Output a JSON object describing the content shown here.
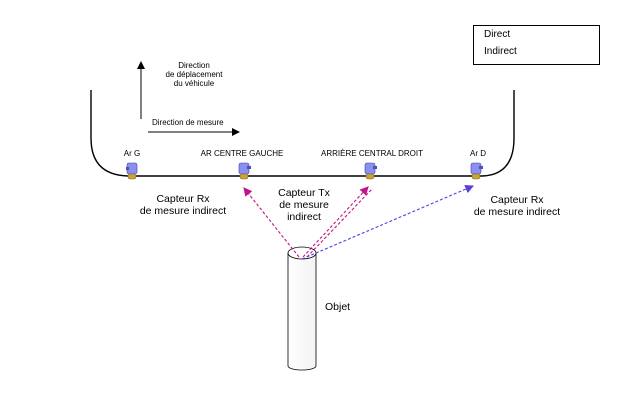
{
  "legend": {
    "direct_label": "Direct",
    "indirect_label": "Indirect",
    "direct_color": "#b3127d",
    "indirect_color": "#b3127d"
  },
  "arrows": {
    "vehicle_direction_label": "Direction\nde déplacement\ndu véhicule",
    "measure_direction_label": "Direction de mesure"
  },
  "sensors": {
    "ar_g": "Ar G",
    "ar_centre_gauche": "AR CENTRE GAUCHE",
    "arriere_central_droit": "ARRIÈRE CENTRAL DROIT",
    "ar_d": "Ar D"
  },
  "captions": {
    "rx_left": "Capteur Rx\nde mesure indirect",
    "tx_center": "Capteur Tx\nde mesure\nindirect",
    "rx_right": "Capteur Rx\nde mesure indirect",
    "object": "Objet"
  },
  "colors": {
    "magenta": "#c0148a",
    "blue_purple": "#5b3fd6",
    "sensor_blue": "#8a8ff0",
    "sensor_gold": "#c8a23a"
  }
}
